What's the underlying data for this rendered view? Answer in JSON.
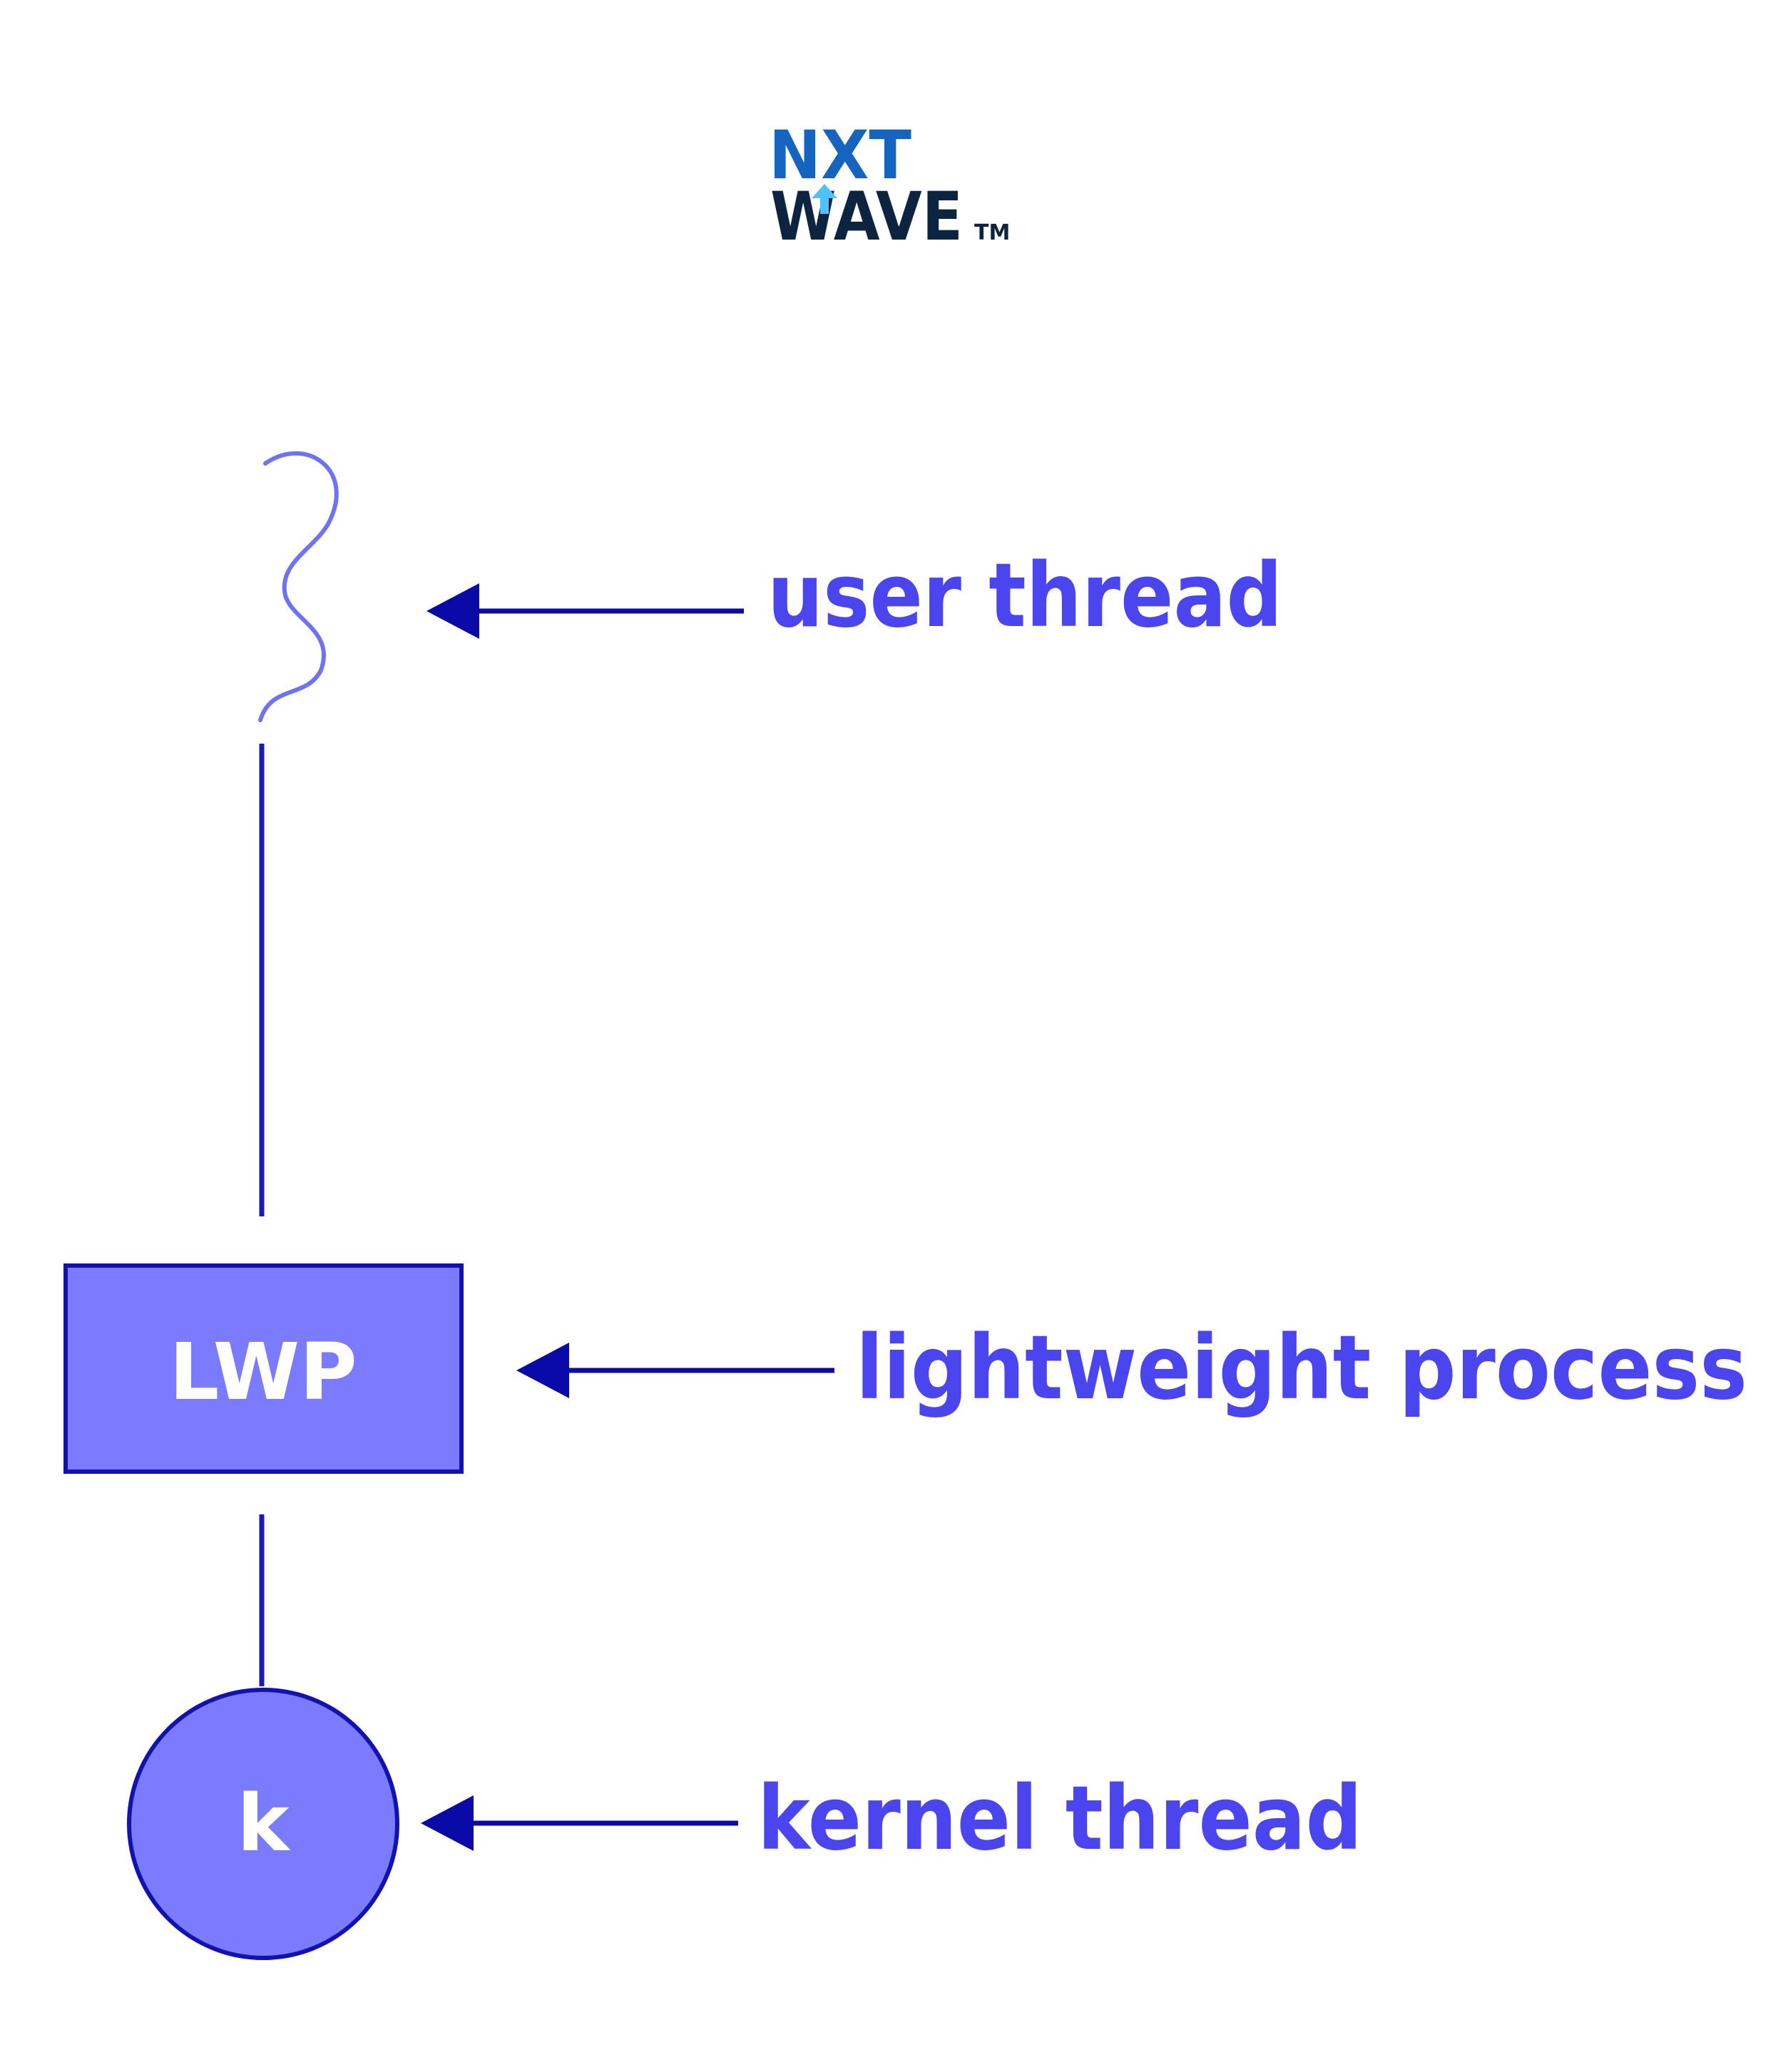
{
  "logo": {
    "line1": "NXT",
    "line2": "WAVE",
    "trademark": "TM",
    "colors": {
      "line1": "#1565c0",
      "line2": "#0d2440",
      "accent": "#4fc3f7"
    }
  },
  "diagram": {
    "user_thread": {
      "label": "user thread",
      "icon": "wavy-thread-icon"
    },
    "lwp": {
      "box_text": "LWP",
      "label": "lightweight process"
    },
    "kernel_thread": {
      "circle_text": "k",
      "label": "kernel thread"
    }
  },
  "colors": {
    "background": "#ffffff",
    "line": "#1b1bb3",
    "arrow": "#0a0aa8",
    "label": "#4b45f0",
    "shape_fill": "#7a7bff",
    "shape_stroke": "#1212b0",
    "shape_text": "#ffffff",
    "thread_squiggle": "#6e72f4"
  }
}
